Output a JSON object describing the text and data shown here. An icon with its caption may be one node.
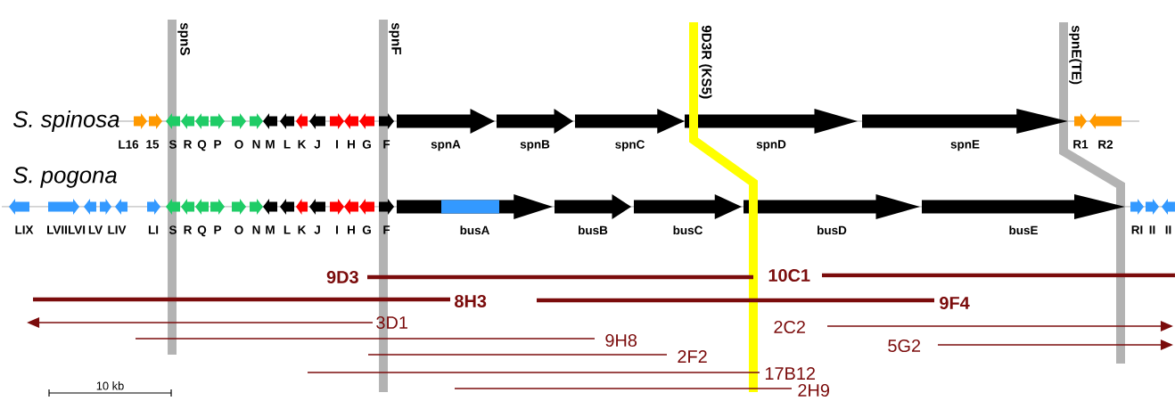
{
  "diagram": {
    "nodes": [
      {
        "text": [
          "L16"
        ]
      },
      {
        "text": [
          "15"
        ]
      },
      {
        "text": [
          "S"
        ]
      },
      {
        "text": [
          "R"
        ]
      },
      {
        "text": [
          "Q"
        ]
      },
      {
        "text": [
          "P"
        ]
      },
      {
        "text": [
          "O"
        ]
      },
      {
        "text": [
          "N"
        ]
      },
      {
        "text": [
          "M"
        ]
      },
      {
        "text": [
          "L"
        ]
      },
      {
        "text": [
          "K"
        ]
      },
      {
        "text": [
          "J"
        ]
      },
      {
        "text": [
          "I"
        ]
      },
      {
        "text": [
          "H"
        ]
      },
      {
        "text": [
          "G"
        ]
      },
      {
        "text": [
          "F"
        ]
      },
      {
        "text": [
          "spnA"
        ]
      },
      {
        "text": [
          "spnB"
        ]
      },
      {
        "text": [
          "spnC"
        ]
      },
      {
        "text": [
          "spnD"
        ]
      },
      {
        "text": [
          "spnE"
        ]
      },
      {
        "text": [
          "R1"
        ]
      },
      {
        "text": [
          "R2"
        ]
      },
      {
        "text": [
          "LIX"
        ]
      },
      {
        "text": [
          "LVII"
        ]
      },
      {
        "text": [
          "LVI"
        ]
      },
      {
        "text": [
          "LV"
        ]
      },
      {
        "text": [
          "LIV"
        ]
      },
      {
        "text": [
          "LI"
        ]
      },
      {
        "text": [
          "S"
        ]
      },
      {
        "text": [
          "R"
        ]
      },
      {
        "text": [
          "Q"
        ]
      },
      {
        "text": [
          "P"
        ]
      },
      {
        "text": [
          "O"
        ]
      },
      {
        "text": [
          "N"
        ]
      },
      {
        "text": [
          "M"
        ]
      },
      {
        "text": [
          "L"
        ]
      },
      {
        "text": [
          "K"
        ]
      },
      {
        "text": [
          "J"
        ]
      },
      {
        "text": [
          "I"
        ]
      },
      {
        "text": [
          "H"
        ]
      },
      {
        "text": [
          "G"
        ]
      },
      {
        "text": [
          "F"
        ]
      },
      {
        "text": [
          "busA"
        ]
      },
      {
        "text": [
          "busB"
        ]
      },
      {
        "text": [
          "busC"
        ]
      },
      {
        "text": [
          "busD"
        ]
      },
      {
        "text": [
          "busE"
        ]
      },
      {
        "text": [
          "RI"
        ]
      },
      {
        "text": [
          "II"
        ]
      },
      {
        "text": [
          "II"
        ]
      }
    ],
    "labels": [
      "spnS",
      "spnF",
      "9D3R (KS5)",
      "spnE(TE)",
      "S. spinosa",
      "S. pogona",
      "9D3",
      "10C1",
      "8H3",
      "9F4",
      "3D1",
      "2C2",
      "9H8",
      "5G2",
      "2F2",
      "17B12",
      "10 kb",
      "2H9"
    ]
  }
}
